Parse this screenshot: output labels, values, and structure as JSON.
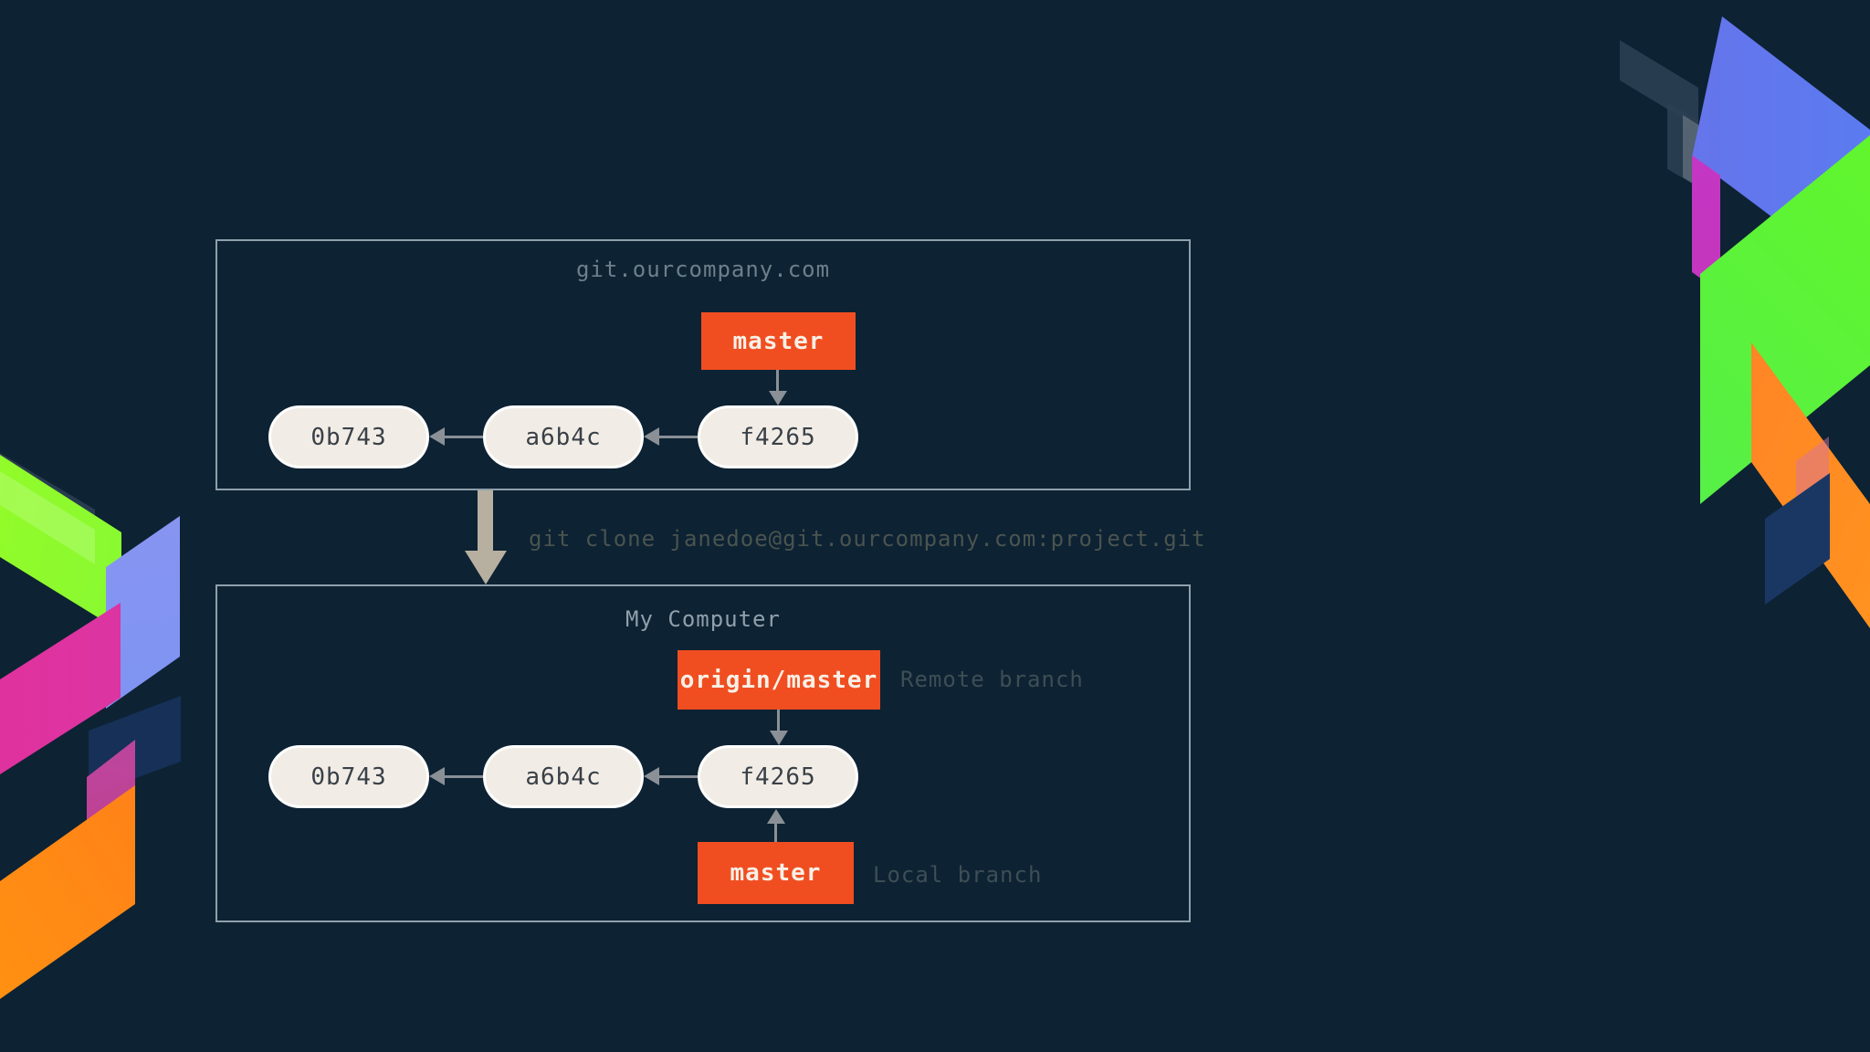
{
  "colors": {
    "background": "#0d2233",
    "box_border": "#8fa0ab",
    "branch_badge": "#f04e21",
    "badge_text": "#f7f0e6",
    "commit_fill": "#f1ede6",
    "commit_text": "#3a4047",
    "arrow": "#8a9096",
    "clone_arrow": "#b7b0a0",
    "remote_title": "#6e7f8b",
    "local_title": "#90a0ab",
    "caption": "#3d4e55",
    "clone_text": "#4a544f"
  },
  "remote_server": {
    "title": "git.ourcompany.com",
    "branch": "master",
    "commits": [
      "0b743",
      "a6b4c",
      "f4265"
    ]
  },
  "clone_command": "git clone janedoe@git.ourcompany.com:project.git",
  "local_machine": {
    "title": "My Computer",
    "remote_tracking_branch": "origin/master",
    "remote_tracking_caption": "Remote branch",
    "local_branch": "master",
    "local_branch_caption": "Local branch",
    "commits": [
      "0b743",
      "a6b4c",
      "f4265"
    ]
  }
}
